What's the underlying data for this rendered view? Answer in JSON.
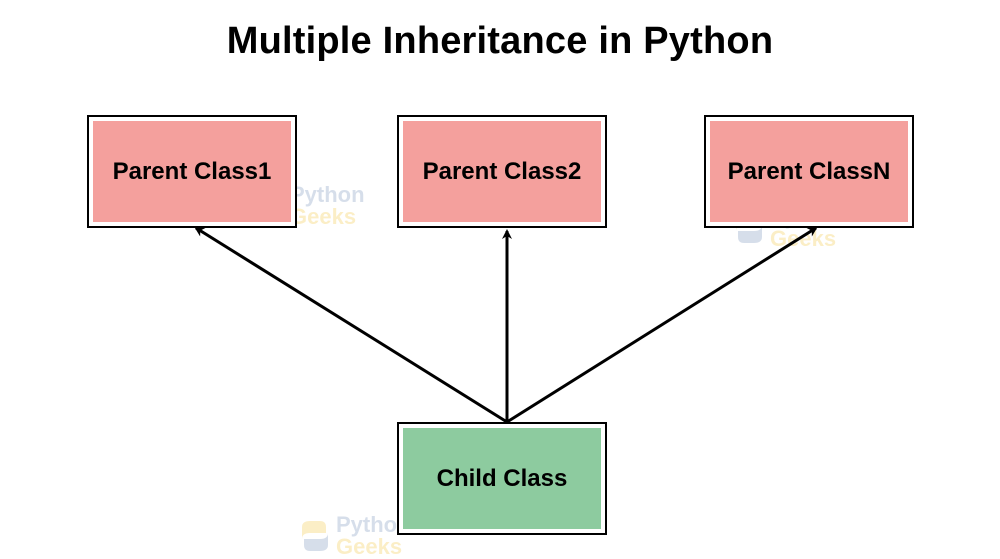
{
  "title": "Multiple Inheritance in Python",
  "parents": [
    {
      "label": "Parent Class1"
    },
    {
      "label": "Parent Class2"
    },
    {
      "label": "Parent ClassN"
    }
  ],
  "child": {
    "label": "Child Class"
  },
  "watermark": {
    "line1": "Python",
    "line2": "Geeks"
  },
  "colors": {
    "parent_fill": "#f4a09d",
    "child_fill": "#8dcb9f",
    "stroke": "#000000"
  }
}
